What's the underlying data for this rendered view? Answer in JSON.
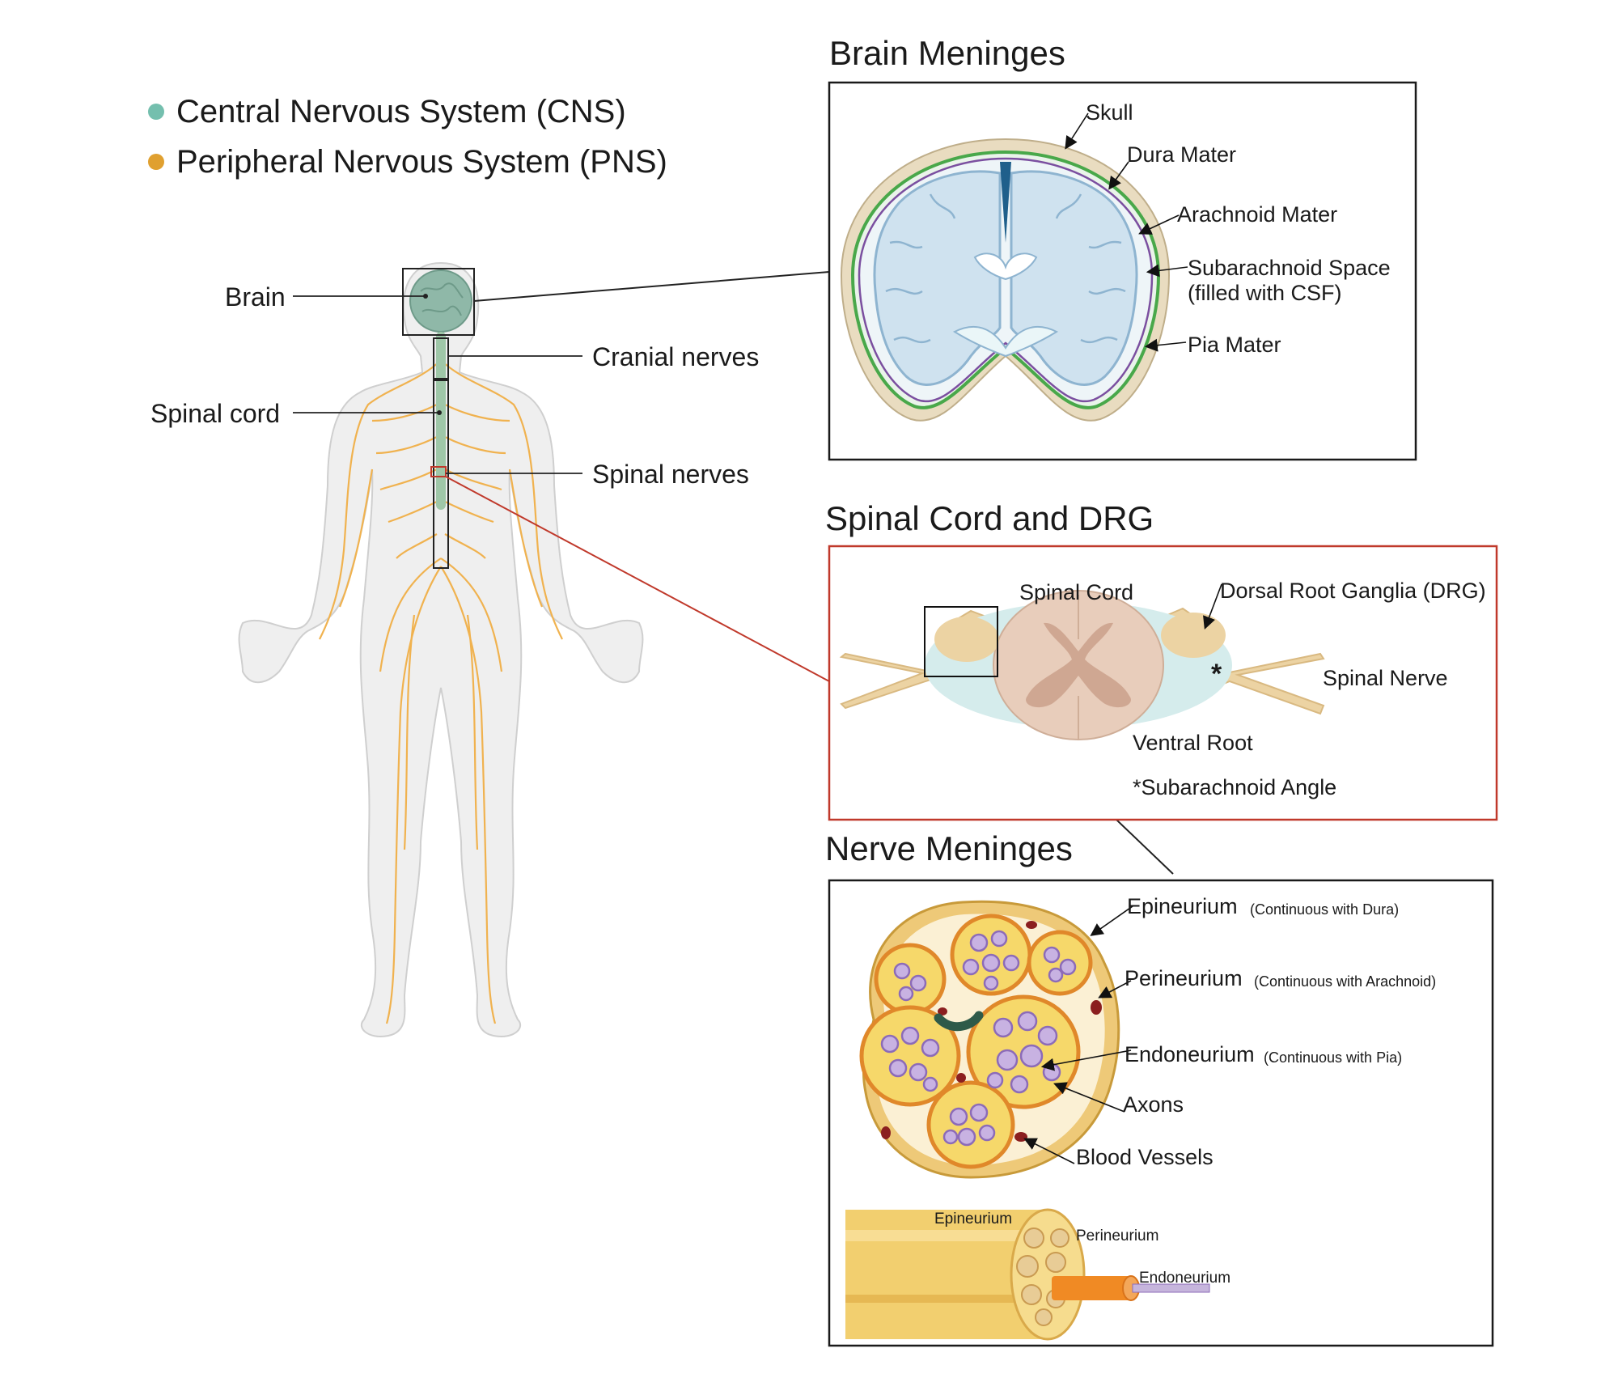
{
  "legend": {
    "cns": {
      "label": "Central Nervous System (CNS)",
      "color": "#74bfae"
    },
    "pns": {
      "label": "Peripheral Nervous System (PNS)",
      "color": "#e0a030"
    }
  },
  "body_labels": {
    "brain": "Brain",
    "cranial_nerves": "Cranial nerves",
    "spinal_cord": "Spinal cord",
    "spinal_nerves": "Spinal nerves"
  },
  "brain_meninges": {
    "title": "Brain Meninges",
    "skull": "Skull",
    "dura": "Dura Mater",
    "arachnoid": "Arachnoid Mater",
    "subarachnoid_line1": "Subarachnoid Space",
    "subarachnoid_line2": "(filled with CSF)",
    "pia": "Pia Mater"
  },
  "spinal_cord_drg": {
    "title": "Spinal Cord and DRG",
    "spinal_cord": "Spinal Cord",
    "drg": "Dorsal Root Ganglia (DRG)",
    "spinal_nerve": "Spinal Nerve",
    "ventral_root": "Ventral Root",
    "asterisk": "*",
    "subarachnoid_angle": "*Subarachnoid Angle"
  },
  "nerve_meninges": {
    "title": "Nerve Meninges",
    "epineurium": "Epineurium",
    "epineurium_note": "(Continuous with Dura)",
    "perineurium": "Perineurium",
    "perineurium_note": "(Continuous with Arachnoid)",
    "endoneurium": "Endoneurium",
    "endoneurium_note": "(Continuous with Pia)",
    "axons": "Axons",
    "blood_vessels": "Blood Vessels",
    "long_epineurium": "Epineurium",
    "long_perineurium": "Perineurium",
    "long_endoneurium": "Endoneurium"
  },
  "colors": {
    "frame": "#1a1a1a",
    "drg_frame": "#c0392b",
    "brain_fill": "#cfe2ef",
    "dura_green": "#49a84a",
    "arachnoid_purple": "#7b4fa0",
    "skull": "#e9dcc0",
    "drg_tan": "#ecd3a3",
    "cord_pink": "#e8cdbb",
    "csf": "#d5ecec",
    "nerve_yellow": "#f3c94a",
    "axon_purple": "#b79bd6"
  }
}
